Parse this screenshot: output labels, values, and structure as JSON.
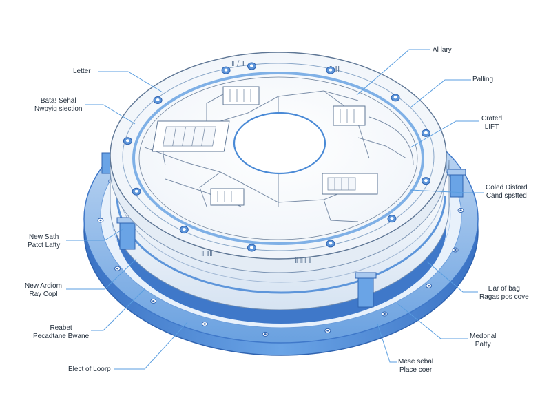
{
  "colors": {
    "blue_dark": "#3f78c9",
    "blue_mid": "#5d95da",
    "blue_light": "#a9c9ef",
    "blue_pale": "#dbe9f8",
    "leader_line": "#5a9ee0",
    "outline": "#6b7f99",
    "top_face": "#f4f7fb"
  },
  "icons": {
    "bolt": "bolt-icon"
  },
  "rim_text": {
    "top": "‖ ⧸ ‖",
    "top_right": "‖ ‖‖",
    "bottom": "‖ ‖‖",
    "bottom_right": "‖ ‖‖ ‖"
  },
  "callouts": {
    "letter": {
      "lines": [
        "Letter"
      ]
    },
    "sector": {
      "lines": [
        "Bata! Sehal",
        "Nwpyig siection"
      ]
    },
    "new_sath": {
      "lines": [
        "New Sath",
        "Patct Lafty"
      ]
    },
    "new_anchom": {
      "lines": [
        "New Ardiom",
        "Ray Copl"
      ]
    },
    "reabet": {
      "lines": [
        "Reabet",
        "Pecadtane Bwane"
      ]
    },
    "elect": {
      "lines": [
        "Elect of Loorp"
      ]
    },
    "al_lary": {
      "lines": [
        "Al lary"
      ]
    },
    "pailing": {
      "lines": [
        "Palling"
      ]
    },
    "crated": {
      "lines": [
        "Crated",
        "LIFT"
      ]
    },
    "coled": {
      "lines": [
        "Coled Disford",
        "Cand spstted"
      ]
    },
    "ear_of": {
      "lines": [
        "Ear of bag",
        "Ragas pos cove"
      ]
    },
    "medonal": {
      "lines": [
        "Medonal",
        "Patty"
      ]
    },
    "mese": {
      "lines": [
        "Mese sebal",
        "Place coer"
      ]
    }
  }
}
